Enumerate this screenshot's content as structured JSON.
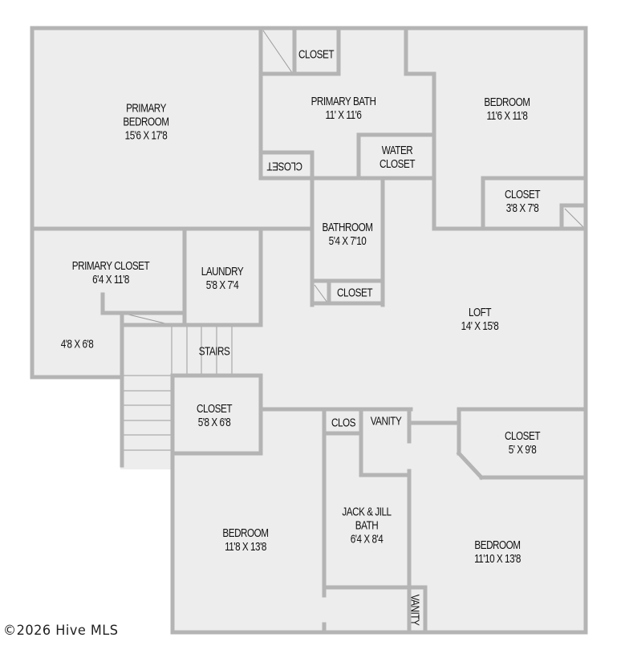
{
  "plan": {
    "colors": {
      "wall": "#b4b4b4",
      "wall_edge": "#a8a8a8",
      "floor": "#ededed",
      "background": "#ffffff",
      "text": "#111111"
    },
    "rooms": [
      {
        "id": "primary-bedroom",
        "name": "PRIMARY\nBEDROOM",
        "dim": "15'6 X 17'8"
      },
      {
        "id": "closet-top",
        "name": "CLOSET",
        "dim": ""
      },
      {
        "id": "primary-bath",
        "name": "PRIMARY BATH",
        "dim": "11' X 11'6"
      },
      {
        "id": "closet-rotated",
        "name": "CLOSET",
        "dim": ""
      },
      {
        "id": "water-closet",
        "name": "WATER\nCLOSET",
        "dim": ""
      },
      {
        "id": "bedroom-ne",
        "name": "BEDROOM",
        "dim": "11'6 X 11'8"
      },
      {
        "id": "closet-ne",
        "name": "CLOSET",
        "dim": "3'8 X 7'8"
      },
      {
        "id": "bathroom",
        "name": "BATHROOM",
        "dim": "5'4 X 7'10"
      },
      {
        "id": "bathroom-closet",
        "name": "CLOSET",
        "dim": ""
      },
      {
        "id": "primary-closet",
        "name": "PRIMARY CLOSET",
        "dim": "6'4 X 11'8"
      },
      {
        "id": "primary-closet-2",
        "name": "",
        "dim": "4'8 X 6'8"
      },
      {
        "id": "laundry",
        "name": "LAUNDRY",
        "dim": "5'8 X 7'4"
      },
      {
        "id": "stairs",
        "name": "STAIRS",
        "dim": ""
      },
      {
        "id": "loft",
        "name": "LOFT",
        "dim": "14' X 15'8"
      },
      {
        "id": "closet-mid",
        "name": "CLOSET",
        "dim": "5'8 X 6'8"
      },
      {
        "id": "clos",
        "name": "CLOS",
        "dim": ""
      },
      {
        "id": "vanity-top",
        "name": "VANITY",
        "dim": ""
      },
      {
        "id": "closet-east",
        "name": "CLOSET",
        "dim": "5' X 9'8"
      },
      {
        "id": "jack-jill-bath",
        "name": "JACK & JILL\nBATH",
        "dim": "6'4 X 8'4"
      },
      {
        "id": "bedroom-sw",
        "name": "BEDROOM",
        "dim": "11'8 X 13'8"
      },
      {
        "id": "bedroom-se",
        "name": "BEDROOM",
        "dim": "11'10 X 13'8"
      },
      {
        "id": "vanity-bottom",
        "name": "VANITY",
        "dim": ""
      }
    ]
  },
  "footer": {
    "copyright": "©2026 Hive MLS"
  }
}
